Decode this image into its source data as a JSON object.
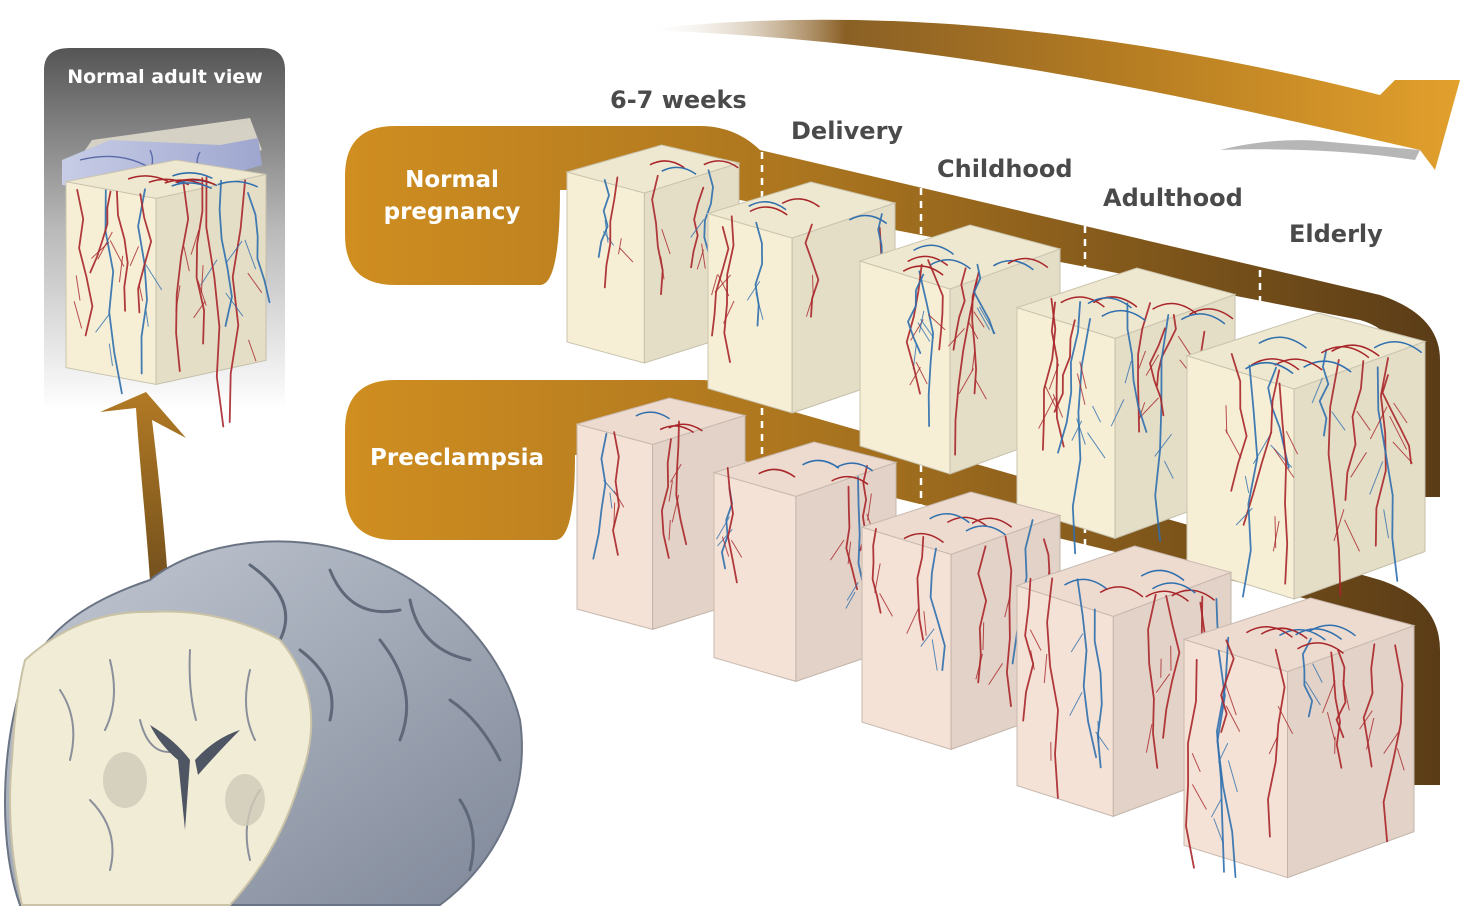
{
  "inset": {
    "title": "Normal adult view"
  },
  "stages": [
    "6-7 weeks",
    "Delivery",
    "Childhood",
    "Adulthood",
    "Elderly"
  ],
  "rows": [
    {
      "label_lines": [
        "Normal",
        "pregnancy"
      ],
      "tissue_color": "#f6efd6"
    },
    {
      "label_lines": [
        "Preeclampsia"
      ],
      "tissue_color": "#f4e2d6"
    }
  ],
  "colors": {
    "band": "#c98a1e",
    "band_dark": "#6b4a1c",
    "artery": "#a8262a",
    "vein": "#2f6fae",
    "brain_gray": "#a4adbb",
    "brain_tissue": "#f0ead4"
  },
  "icons": [
    "timeline-arrow-icon",
    "upward-arrow-icon",
    "brain-icon"
  ]
}
